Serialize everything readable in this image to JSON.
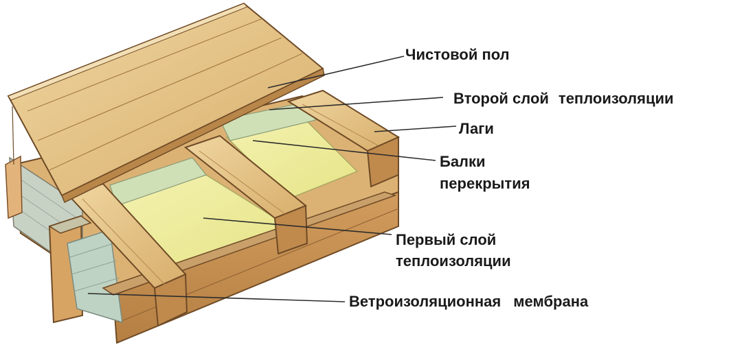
{
  "labels": {
    "finish_floor": "Чистовой пол",
    "second_insulation_a": "Второй слой",
    "second_insulation_b": "теплоизоляции",
    "joists": "Лаги",
    "beams_line1": "Балки",
    "beams_line2": "перекрытия",
    "first_insulation_line1": "Первый слой",
    "first_insulation_line2": "теплоизоляции",
    "membrane_a": "Ветроизоляционная",
    "membrane_b": "мембрана"
  },
  "colors": {
    "wood_light": "#e7c98b",
    "wood_mid": "#d9ac6a",
    "wood_dark": "#b9864a",
    "wood_outline": "#6e4a26",
    "insulation": "#f1ef9a",
    "insulation_shadow": "#d9dc8f",
    "membrane": "#b9cfc0",
    "leader_line": "#2b2b2b",
    "text": "#1a1a1a"
  }
}
